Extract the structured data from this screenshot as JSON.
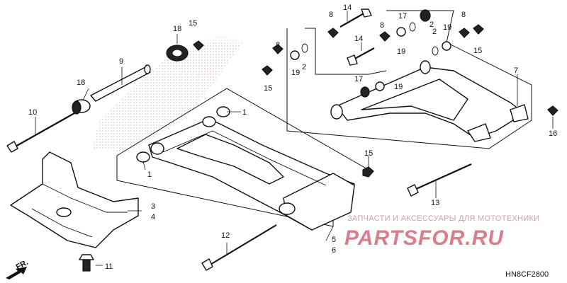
{
  "callouts": {
    "c1a": "1",
    "c1b": "1",
    "c2a": "2",
    "c2b": "2",
    "c2c": "2",
    "c3": "3",
    "c4": "4",
    "c5": "5",
    "c6": "6",
    "c7": "7",
    "c8a": "8",
    "c8b": "8",
    "c8c": "8",
    "c8d": "8",
    "c9": "9",
    "c10": "10",
    "c11": "11",
    "c12": "12",
    "c13": "13",
    "c14a": "14",
    "c14b": "14",
    "c15a": "15",
    "c15b": "15",
    "c15c": "15",
    "c15d": "15",
    "c16": "16",
    "c17a": "17",
    "c17b": "17",
    "c18a": "18",
    "c18b": "18",
    "c19a": "19",
    "c19b": "19",
    "c19c": "19",
    "c19d": "19"
  },
  "direction_label": "FR.",
  "watermark": {
    "tagline": "ЗАПЧАСТИ И АКСЕССУАРЫ ДЛЯ МОТОТЕХНИКИ",
    "logo": "PARTSFOR.RU"
  },
  "diagram_code": "HN8CF2800",
  "colors": {
    "ink": "#111111",
    "watermark": "#d87e8a",
    "hatch": "#9a9a9a"
  }
}
